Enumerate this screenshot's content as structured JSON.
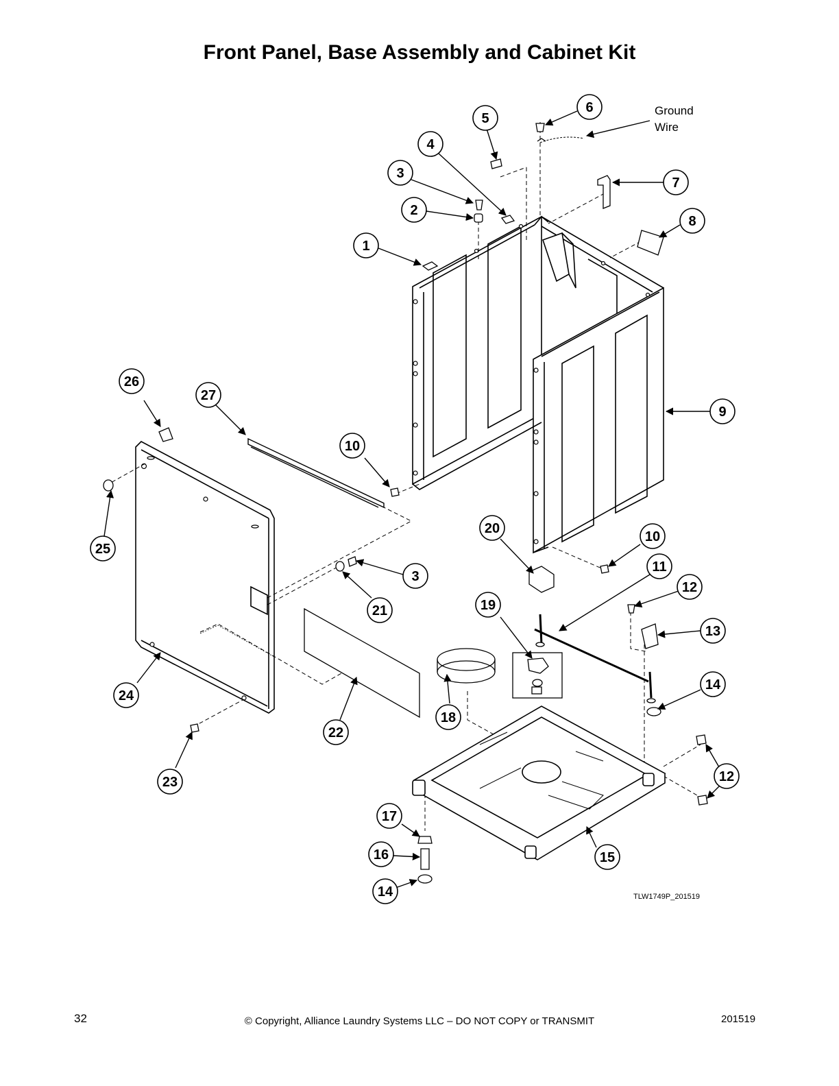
{
  "page": {
    "title": "Front Panel, Base Assembly and Cabinet Kit",
    "page_number": "32",
    "copyright": "© Copyright, Alliance Laundry Systems LLC – DO NOT COPY or TRANSMIT",
    "doc_code": "201519"
  },
  "diagram": {
    "ground_wire_line1": "Ground",
    "ground_wire_line2": "Wire",
    "drawing_code": "TLW1749P_201519",
    "callouts": [
      "1",
      "2",
      "3",
      "4",
      "5",
      "6",
      "7",
      "8",
      "9",
      "10",
      "10",
      "11",
      "12",
      "12",
      "13",
      "14",
      "14",
      "15",
      "16",
      "17",
      "18",
      "19",
      "20",
      "21",
      "3",
      "22",
      "23",
      "24",
      "25",
      "26",
      "27"
    ]
  }
}
